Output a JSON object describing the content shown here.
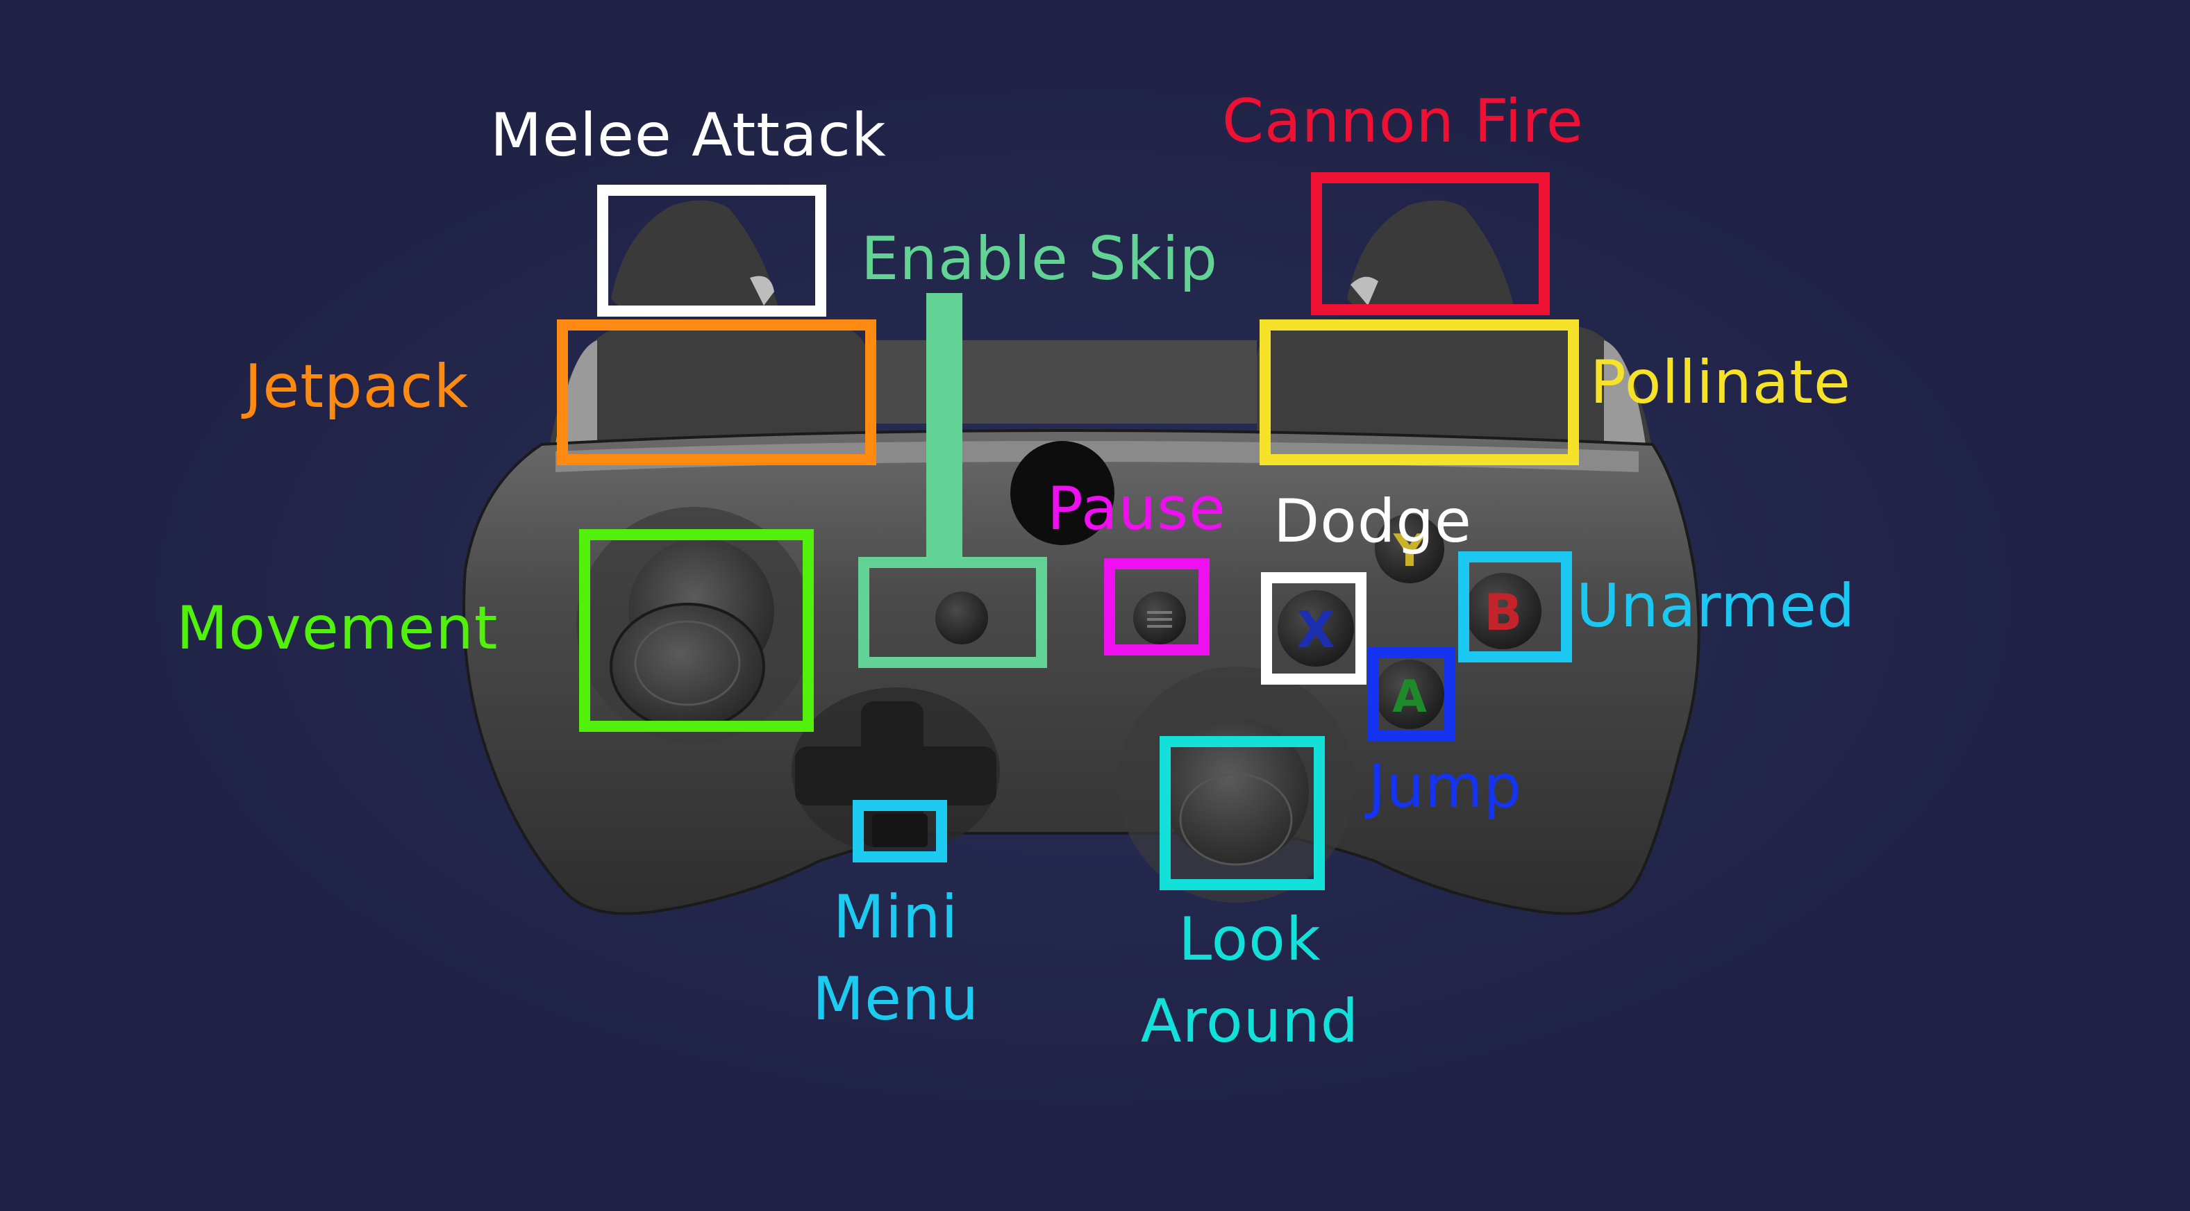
{
  "diagram": {
    "bindings": [
      {
        "key": "melee_attack",
        "label": "Melee Attack",
        "color": "#ffffff"
      },
      {
        "key": "cannon_fire",
        "label": "Cannon Fire",
        "color": "#ef1133"
      },
      {
        "key": "enable_skip",
        "label": "Enable Skip",
        "color": "#62d394"
      },
      {
        "key": "jetpack",
        "label": "Jetpack",
        "color": "#ff8a12"
      },
      {
        "key": "pollinate",
        "label": "Pollinate",
        "color": "#f7e22a"
      },
      {
        "key": "pause",
        "label": "Pause",
        "color": "#ee10ee"
      },
      {
        "key": "dodge",
        "label": "Dodge",
        "color": "#ffffff"
      },
      {
        "key": "movement",
        "label": "Movement",
        "color": "#52f10c"
      },
      {
        "key": "unarmed",
        "label": "Unarmed",
        "color": "#1cc8f2"
      },
      {
        "key": "jump",
        "label": "Jump",
        "color": "#1434f2"
      },
      {
        "key": "mini_menu",
        "label": "Mini\nMenu",
        "color": "#1ecbf0"
      },
      {
        "key": "look_around",
        "label": "Look\nAround",
        "color": "#13e0d8"
      }
    ],
    "face_buttons": {
      "x": {
        "glyph": "X",
        "color": "#1b2fb0"
      },
      "y": {
        "glyph": "Y",
        "color": "#c9b22a"
      },
      "b": {
        "glyph": "B",
        "color": "#c3242c"
      },
      "a": {
        "glyph": "A",
        "color": "#1f8a2a"
      }
    }
  }
}
